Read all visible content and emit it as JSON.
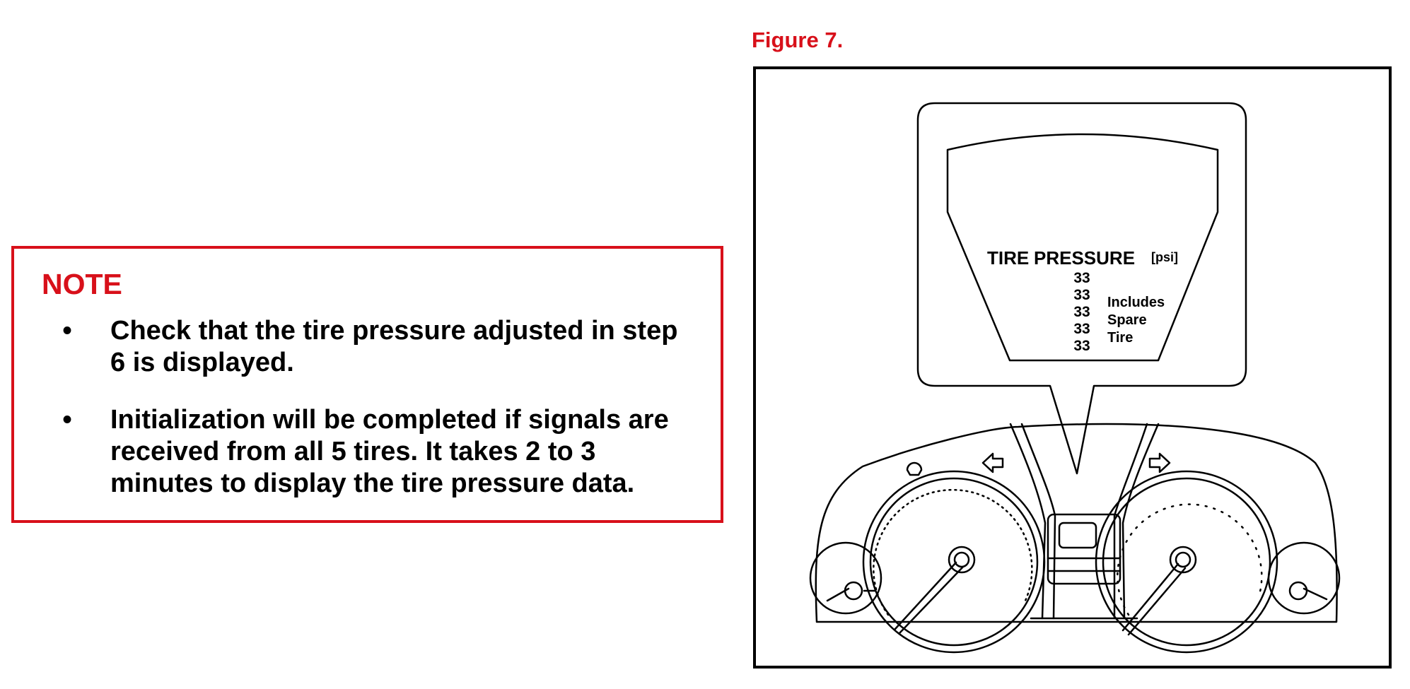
{
  "note": {
    "title": "NOTE",
    "bullet_symbol": "•",
    "items": [
      "Check that the tire pressure adjusted in step 6 is displayed.",
      "Initialization will be completed if signals are received from all 5 tires. It takes 2 to 3 minutes to display the tire pressure data."
    ]
  },
  "figure": {
    "label": "Figure 7.",
    "display": {
      "title_part1": "TIRE",
      "title_part2": "PRESSURE",
      "unit": "[psi]",
      "pressures": [
        "33",
        "33",
        "33",
        "33",
        "33"
      ],
      "spare_note": [
        "Includes",
        "Spare",
        "Tire"
      ]
    }
  },
  "colors": {
    "accent_red": "#d8101a",
    "line": "#000000",
    "background": "#ffffff"
  }
}
